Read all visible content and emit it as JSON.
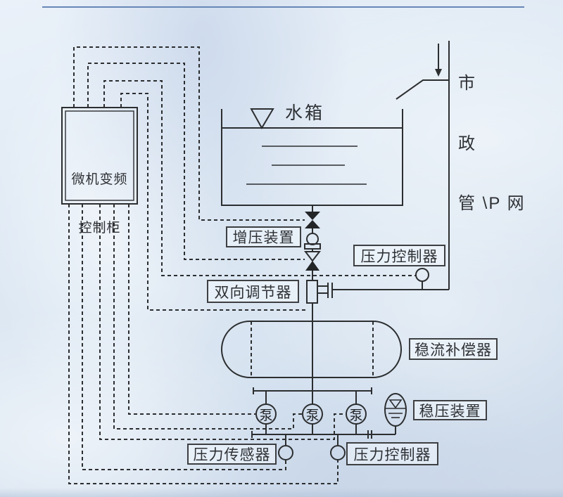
{
  "colors": {
    "accent_line": "#6787b6",
    "diagram_ink": "#2c2e30"
  },
  "labels": {
    "cabinet_line1": "微机变频",
    "cabinet_line2": "控制柜",
    "tank": "水箱",
    "municipal": [
      "市",
      "政",
      "管 \\P 网"
    ],
    "booster": "增压装置",
    "pc_top": "压力控制器",
    "regulator": "双向调节器",
    "flow_comp": "稳流补偿器",
    "stabilizer": "稳压装置",
    "sensor": "压力传感器",
    "pc_bottom": "压力控制器",
    "pumps": [
      "泵",
      "泵",
      "泵"
    ]
  }
}
